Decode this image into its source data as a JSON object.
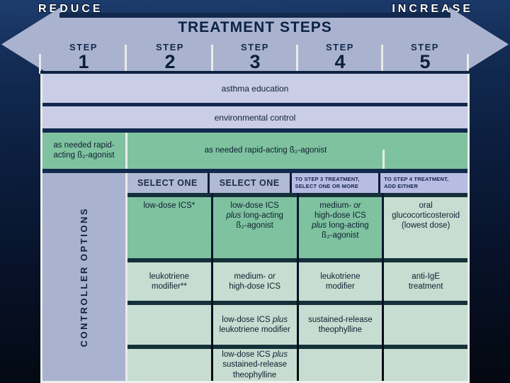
{
  "colors": {
    "background_navy": "#0c1f40",
    "arrow_blue_gray": "#a9b3cf",
    "lavender_row": "#c9cde5",
    "header_lavender": "#b8bce3",
    "medium_green": "#7fc2a0",
    "pale_green": "#c7ddd1",
    "dark_navy_text": "#0c2244",
    "white_divider": "#e9ebe9"
  },
  "header": {
    "reduce": "REDUCE",
    "increase": "INCREASE",
    "banner": "TREATMENT STEPS",
    "step_word": "STEP",
    "step_numbers": [
      "1",
      "2",
      "3",
      "4",
      "5"
    ]
  },
  "shared_rows": [
    {
      "text": "asthma education"
    },
    {
      "text": "environmental control"
    }
  ],
  "reliever": {
    "step1_line1": "as needed rapid-",
    "step1_line2": "acting ß₂-agonist",
    "steps2_5": "as needed rapid-acting ß₂-agonist"
  },
  "controller": {
    "side_label": "CONTROLLER OPTIONS",
    "column_headers": [
      {
        "style": "selectone",
        "lines": [
          [
            {
              "text": "SELECT ONE"
            }
          ]
        ]
      },
      {
        "style": "selectone",
        "lines": [
          [
            {
              "text": "SELECT ONE"
            }
          ]
        ]
      },
      {
        "style": "tostep",
        "lines": [
          [
            {
              "text": "TO STEP 3 TREATMENT,"
            }
          ],
          [
            {
              "text": "SELECT ONE OR MORE"
            }
          ]
        ]
      },
      {
        "style": "tostep",
        "lines": [
          [
            {
              "text": "TO STEP 4 TREATMENT,"
            }
          ],
          [
            {
              "text": "ADD EITHER"
            }
          ]
        ]
      }
    ],
    "rows": [
      {
        "height": 86,
        "cells": [
          {
            "tone": "medium",
            "align": "top",
            "lines": [
              [
                {
                  "text": "low-dose ICS*"
                }
              ]
            ]
          },
          {
            "tone": "medium",
            "align": "top",
            "lines": [
              [
                {
                  "text": "low-dose ICS"
                }
              ],
              [
                {
                  "text": "plus",
                  "italic": true
                },
                {
                  "text": " long-acting"
                }
              ],
              [
                {
                  "text": "ß₂-agonist"
                }
              ]
            ]
          },
          {
            "tone": "medium",
            "align": "top",
            "lines": [
              [
                {
                  "text": "medium- "
                },
                {
                  "text": "or",
                  "italic": true
                }
              ],
              [
                {
                  "text": "high-dose ICS"
                }
              ],
              [
                {
                  "text": "plus",
                  "italic": true
                },
                {
                  "text": " long-acting"
                }
              ],
              [
                {
                  "text": "ß₂-agonist"
                }
              ]
            ]
          },
          {
            "tone": "pale",
            "align": "top",
            "lines": [
              [
                {
                  "text": "oral"
                }
              ],
              [
                {
                  "text": "glucocorticosteroid"
                }
              ],
              [
                {
                  "text": "(lowest dose)"
                }
              ]
            ]
          }
        ]
      },
      {
        "height": 54,
        "cells": [
          {
            "tone": "pale",
            "lines": [
              [
                {
                  "text": "leukotriene"
                }
              ],
              [
                {
                  "text": "modifier**"
                }
              ]
            ]
          },
          {
            "tone": "pale",
            "lines": [
              [
                {
                  "text": "medium- "
                },
                {
                  "text": "or",
                  "italic": true
                }
              ],
              [
                {
                  "text": "high-dose ICS"
                }
              ]
            ]
          },
          {
            "tone": "pale",
            "lines": [
              [
                {
                  "text": "leukotriene"
                }
              ],
              [
                {
                  "text": "modifier"
                }
              ]
            ]
          },
          {
            "tone": "pale",
            "lines": [
              [
                {
                  "text": "anti-IgE"
                }
              ],
              [
                {
                  "text": "treatment"
                }
              ]
            ]
          }
        ]
      },
      {
        "height": 56,
        "cells": [
          {
            "tone": "pale",
            "lines": []
          },
          {
            "tone": "pale",
            "lines": [
              [
                {
                  "text": "low-dose ICS "
                },
                {
                  "text": "plus",
                  "italic": true
                }
              ],
              [
                {
                  "text": "leukotriene modifier"
                }
              ]
            ]
          },
          {
            "tone": "pale",
            "lines": [
              [
                {
                  "text": "sustained-release"
                }
              ],
              [
                {
                  "text": "theophylline"
                }
              ]
            ]
          },
          {
            "tone": "pale",
            "lines": []
          }
        ]
      },
      {
        "height": 45,
        "cells": [
          {
            "tone": "pale",
            "lines": []
          },
          {
            "tone": "pale",
            "lines": [
              [
                {
                  "text": "low-dose ICS "
                },
                {
                  "text": "plus",
                  "italic": true
                }
              ],
              [
                {
                  "text": "sustained-release"
                }
              ],
              [
                {
                  "text": "theophylline"
                }
              ]
            ]
          },
          {
            "tone": "pale",
            "lines": []
          },
          {
            "tone": "pale",
            "lines": []
          }
        ]
      }
    ]
  }
}
